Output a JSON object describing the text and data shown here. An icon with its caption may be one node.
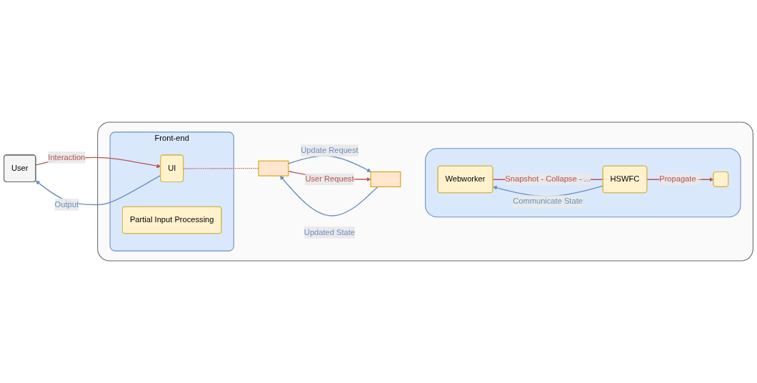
{
  "diagram": {
    "nodes": [
      {
        "text": [
          "User"
        ]
      },
      {
        "text": [],
        "shape": "box"
      },
      {
        "text": [
          "Front-end"
        ],
        "in": 1
      },
      {
        "text": [
          "UI"
        ],
        "in": 2
      },
      {
        "text": [
          "Partial Input Processing"
        ],
        "in": 2
      },
      {
        "text": [],
        "shape": "bar",
        "in": 1
      },
      {
        "text": [],
        "shape": "bar",
        "in": 1
      },
      {
        "text": [],
        "shape": "box",
        "in": 1
      },
      {
        "text": [
          "Webworker"
        ],
        "in": 7
      },
      {
        "text": [
          "HSWFC"
        ],
        "in": 7
      },
      {
        "text": [],
        "shape": "box",
        "in": 7
      }
    ],
    "edges": [
      {
        "from": 0,
        "to": 3,
        "arrow": "to",
        "label": "Interaction"
      },
      {
        "from": 3,
        "to": 0,
        "arrow": "to",
        "label": "Output",
        "color": "#6c8ebf"
      },
      {
        "from": 5,
        "to": 6,
        "arrow": "to",
        "label": "Update Request",
        "color": "#6c8ebf"
      },
      {
        "from": 6,
        "to": 5,
        "arrow": "to",
        "label": "Updated State",
        "color": "#6c8ebf"
      },
      {
        "from": 3,
        "to": 5,
        "arrow": "none",
        "style": "dashed"
      },
      {
        "from": 5,
        "to": 6,
        "arrow": "to",
        "label": "User Request"
      },
      {
        "from": 8,
        "to": 9,
        "arrow": "none",
        "label": "Snapshot - Collapse - ..."
      },
      {
        "from": 9,
        "to": 8,
        "arrow": "to",
        "label": "Communicate State",
        "color": "#6c8ebf"
      },
      {
        "from": 9,
        "to": 10,
        "arrow": "to",
        "label": "Propagate -"
      }
    ]
  }
}
